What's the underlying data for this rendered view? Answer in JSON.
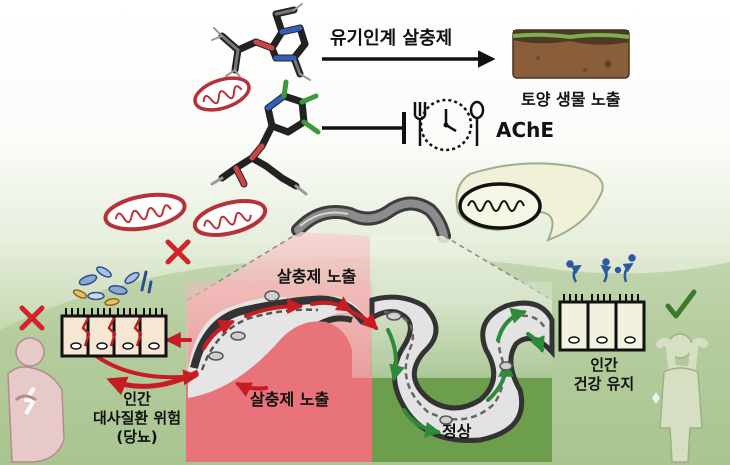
{
  "top": {
    "arrow_label": "유기인계 살충제",
    "soil_label": "토양 생물 노출",
    "inhibit_target": "AChE"
  },
  "worm": {
    "exposed_title": "살충제 노출",
    "exposed_bottom": "살충제 노출",
    "normal_label": "정상"
  },
  "human": {
    "left_label": [
      "인간",
      "대사질환 위험",
      "(당뇨)"
    ],
    "right_label": [
      "인간",
      "건강 유지"
    ]
  },
  "colors": {
    "exposed_panel": "#e8737a",
    "exposed_panel_top": "#f6d3d1",
    "normal_panel": "#6c9e4c",
    "normal_panel_top": "#e6eedc",
    "mitochondria_damaged": "#b5323a",
    "mitochondria_healthy": "#f1f1d9",
    "cross_red": "#d2232a",
    "check_green": "#3e7a2b"
  }
}
